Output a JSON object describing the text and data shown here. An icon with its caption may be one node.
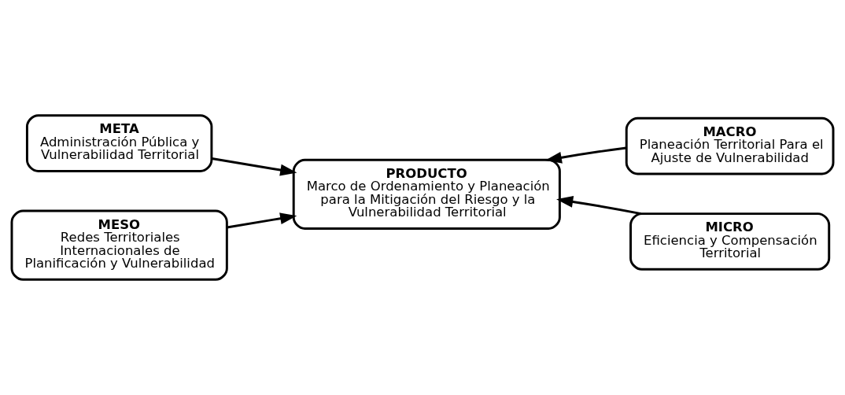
{
  "diagram": {
    "nodes": [
      {
        "text": [
          "META",
          "Administración Pública y Vulnerabilidad Territorial"
        ]
      },
      {
        "text": [
          "MACRO",
          "Planeación Territorial Para el Ajuste de Vulnerabilidad"
        ]
      },
      {
        "text": [
          "PRODUCTO",
          "Marco de Ordenamiento y Planeación para la Mitigación del Riesgo y la Vulnerabilidad Territorial"
        ]
      },
      {
        "text": [
          "MESO",
          "Redes Territoriales Internacionales de Planificación y Vulnerabilidad"
        ]
      },
      {
        "text": [
          "MICRO",
          "Eficiencia y Compensación Territorial"
        ]
      }
    ],
    "edges": [
      {
        "from": 0,
        "to": 2,
        "arrow": "to"
      },
      {
        "from": 1,
        "to": 2,
        "arrow": "to"
      },
      {
        "from": 3,
        "to": 2,
        "arrow": "to"
      },
      {
        "from": 4,
        "to": 2,
        "arrow": "to"
      }
    ]
  }
}
